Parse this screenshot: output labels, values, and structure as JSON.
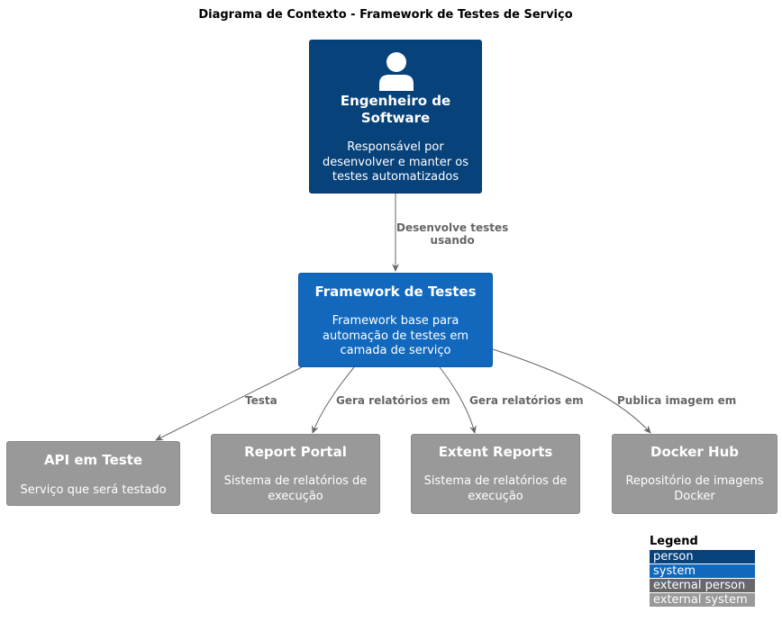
{
  "title": "Diagrama de Contexto - Framework de Testes de Serviço",
  "nodes": {
    "engineer": {
      "icon": "person-icon",
      "name_line1": "Engenheiro de",
      "name_line2": "Software",
      "desc_lines": [
        "Responsável por",
        "desenvolver e manter os",
        "testes automatizados"
      ]
    },
    "framework": {
      "name": "Framework de Testes",
      "desc_lines": [
        "Framework base para",
        "automação de testes em",
        "camada de serviço"
      ]
    },
    "api": {
      "name": "API em Teste",
      "desc_lines": [
        "Serviço que será testado"
      ]
    },
    "report_portal": {
      "name": "Report Portal",
      "desc_lines": [
        "Sistema de relatórios de",
        "execução"
      ]
    },
    "extent_reports": {
      "name": "Extent Reports",
      "desc_lines": [
        "Sistema de relatórios de",
        "execução"
      ]
    },
    "docker_hub": {
      "name": "Docker Hub",
      "desc_lines": [
        "Repositório de imagens",
        "Docker"
      ]
    }
  },
  "edges": {
    "develops": [
      "Desenvolve testes",
      "usando"
    ],
    "tests": "Testa",
    "reports_portal": "Gera relatórios em",
    "reports_extent": "Gera relatórios em",
    "publishes": "Publica imagem em"
  },
  "legend": {
    "title": "Legend",
    "items": [
      {
        "label": "person",
        "color": "#08427b"
      },
      {
        "label": "system",
        "color": "#1168bd"
      },
      {
        "label": "external person",
        "color": "#686868"
      },
      {
        "label": "external system",
        "color": "#999999"
      }
    ]
  },
  "colors": {
    "person": "#08427b",
    "system": "#1168bd",
    "external_system": "#999999",
    "edge": "#666666"
  }
}
